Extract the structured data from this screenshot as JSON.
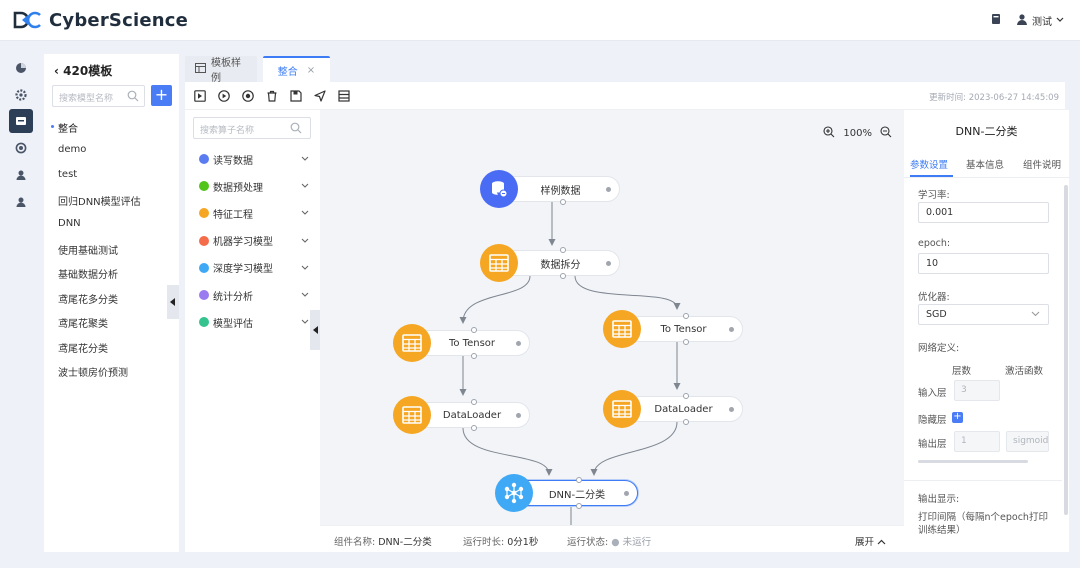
{
  "app": {
    "name": "CyberScience",
    "user": "测试"
  },
  "sidebar": {
    "title": "420模板",
    "search_placeholder": "搜索模型名称",
    "add_label": "+",
    "items": [
      "整合",
      "demo",
      "test",
      "回归DNN模型评估",
      "DNN",
      "使用基础测试",
      "基础数据分析",
      "鸢尾花多分类",
      "鸢尾花聚类",
      "鸢尾花分类",
      "波士顿房价预测"
    ],
    "active_item": "整合"
  },
  "tabs": [
    {
      "label": "模板样例",
      "active": false
    },
    {
      "label": "整合",
      "active": true,
      "close": "×"
    }
  ],
  "toolbar": {
    "update_time_label": "更新时间:",
    "update_time": "2023-06-27 14:45:09"
  },
  "operators": {
    "search_placeholder": "搜索算子名称",
    "categories": [
      {
        "label": "读写数据",
        "color": "#5b7cf0"
      },
      {
        "label": "数据预处理",
        "color": "#52c41a"
      },
      {
        "label": "特征工程",
        "color": "#f5a623"
      },
      {
        "label": "机器学习模型",
        "color": "#f56c4b"
      },
      {
        "label": "深度学习模型",
        "color": "#3fa9f5"
      },
      {
        "label": "统计分析",
        "color": "#9b7bf0"
      },
      {
        "label": "模型评估",
        "color": "#34c38f"
      }
    ]
  },
  "canvas": {
    "zoom": "100%",
    "nodes": [
      {
        "label": "样例数据",
        "icon": "database-icon",
        "color": "#4a6cf5"
      },
      {
        "label": "数据拆分",
        "icon": "table-icon",
        "color": "#f5a623"
      },
      {
        "label": "To Tensor",
        "icon": "table-icon",
        "color": "#f5a623"
      },
      {
        "label": "To Tensor",
        "icon": "table-icon",
        "color": "#f5a623"
      },
      {
        "label": "DataLoader",
        "icon": "table-icon",
        "color": "#f5a623"
      },
      {
        "label": "DataLoader",
        "icon": "table-icon",
        "color": "#f5a623"
      },
      {
        "label": "DNN-二分类",
        "icon": "network-icon",
        "color": "#3fa9f5"
      }
    ]
  },
  "status": {
    "name_label": "组件名称:",
    "name": "DNN-二分类",
    "duration_label": "运行时长:",
    "duration": "0分1秒",
    "state_label": "运行状态:",
    "state": "未运行",
    "expand_label": "展开"
  },
  "panel": {
    "title": "DNN-二分类",
    "tabs": [
      "参数设置",
      "基本信息",
      "组件说明"
    ],
    "learning_rate_label": "学习率:",
    "learning_rate": "0.001",
    "epoch_label": "epoch:",
    "epoch": "10",
    "optimizer_label": "优化器:",
    "optimizer": "SGD",
    "network_label": "网络定义:",
    "col_layers": "层数",
    "col_activation": "激活函数",
    "input_layer_label": "输入层",
    "input_layers": "3",
    "hidden_layer_label": "隐藏层",
    "output_layer_label": "输出层",
    "output_layers": "1",
    "output_activation": "sigmoid",
    "output_display_label": "输出显示:",
    "print_interval_label": "打印间隔（每隔n个epoch打印训练结果）"
  }
}
